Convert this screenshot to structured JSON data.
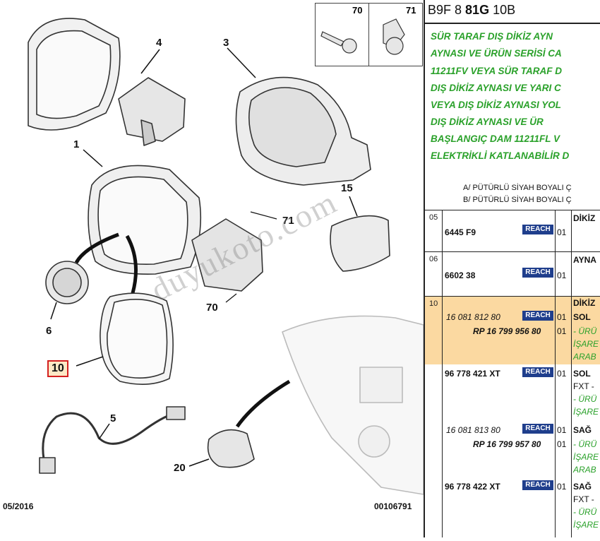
{
  "diagram": {
    "callouts": [
      "1",
      "3",
      "4",
      "5",
      "6",
      "10",
      "15",
      "20",
      "70",
      "71"
    ],
    "highlighted_callout": "10",
    "footer_date": "05/2016",
    "footer_code": "00106791",
    "watermark": "duyukoto.com",
    "fasteners": [
      "70",
      "71"
    ]
  },
  "panel": {
    "ref_prefix": "B9F 8",
    "ref_bold": "81G",
    "ref_suffix": "10B",
    "applicability": [
      "SÜR TARAF DIŞ DİKİZ AYN",
      "AYNASI VE ÜRÜN SERİSİ CA",
      "11211FV VEYA SÜR TARAF D",
      "DIŞ DİKİZ AYNASI VE YARI C",
      "VEYA DIŞ DİKİZ AYNASI YOL",
      "DIŞ DİKİZ AYNASI VE ÜR",
      "BAŞLANGIÇ DAM 11211FL V",
      "ELEKTRİKLİ KATLANABİLİR D"
    ],
    "notes": [
      "A/ PÜTÜRLÜ SİYAH BOYALI Ç",
      "B/ PÜTÜRLÜ SİYAH BOYALI Ç"
    ],
    "reach_label": "REACH",
    "rows": [
      {
        "pos": "05",
        "part": "6445 F9",
        "qty": "01",
        "desc": "DİKİZ"
      },
      {
        "pos": "06",
        "part": "6602 38",
        "qty": "01",
        "desc": "AYNA"
      },
      {
        "pos": "10",
        "part": "16 081 812 80",
        "part2": "RP 16 799 956 80",
        "qty": "01",
        "qty2": "01",
        "desc": "DİKİZ",
        "desc2": "SOL",
        "desc3": "- ÜRÜ",
        "desc4": "İŞARE",
        "desc5": "ARAB"
      },
      {
        "part": "96 778 421 XT",
        "qty": "01",
        "desc": "SOL",
        "desc2": "FXT -",
        "desc3": "- ÜRÜ",
        "desc4": "İŞARE"
      },
      {
        "part": "16 081 813 80",
        "part2": "RP 16 799 957 80",
        "qty": "01",
        "qty2": "01",
        "desc": "SAĞ",
        "desc2": "- ÜRÜ",
        "desc3": "İŞARE",
        "desc4": "ARAB"
      },
      {
        "part": "96 778 422 XT",
        "qty": "01",
        "desc": "SAĞ",
        "desc2": "FXT -",
        "desc3": "- ÜRÜ",
        "desc4": "İŞARE"
      }
    ]
  }
}
